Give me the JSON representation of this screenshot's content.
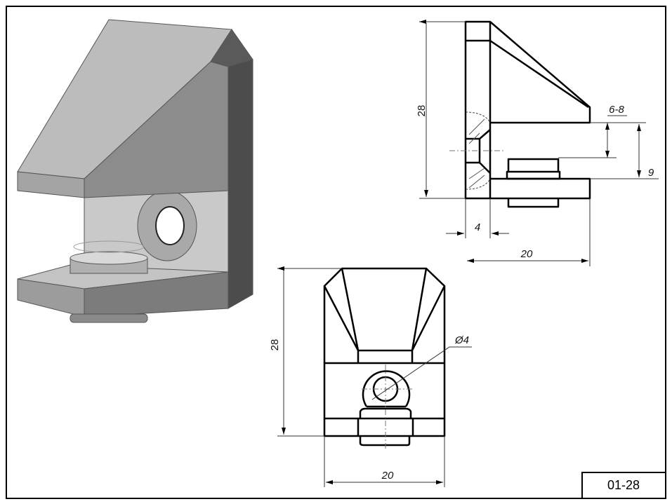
{
  "drawing": {
    "code": "01-28",
    "side_view": {
      "height_label": "28",
      "gap_label": "6-8",
      "base_gap_label": "9",
      "thickness_label": "4",
      "width_label": "20"
    },
    "front_view": {
      "height_label": "28",
      "hole_label": "Ø4",
      "width_label": "20"
    }
  }
}
